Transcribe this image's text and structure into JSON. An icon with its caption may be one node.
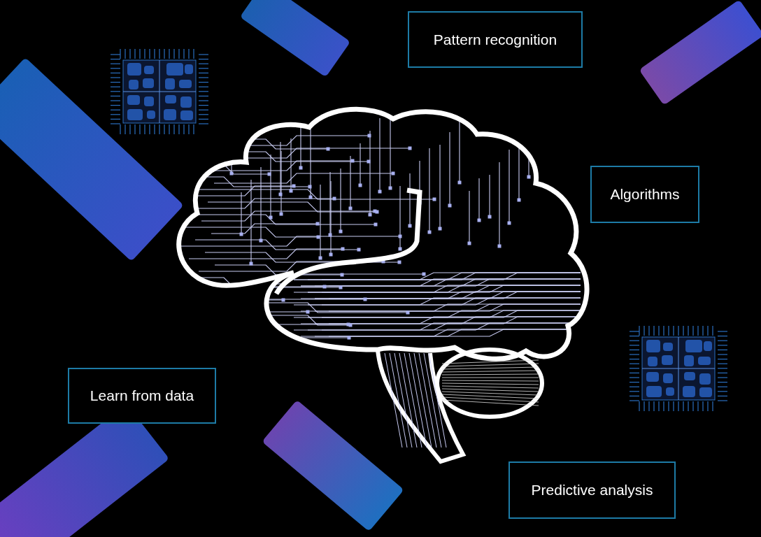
{
  "diagram": {
    "nodes": [
      {
        "text": [
          "Pattern recognition"
        ]
      },
      {
        "text": [
          "Algorithms"
        ]
      },
      {
        "text": [
          "Learn from data"
        ]
      },
      {
        "text": [
          "Predictive analysis"
        ]
      }
    ]
  }
}
